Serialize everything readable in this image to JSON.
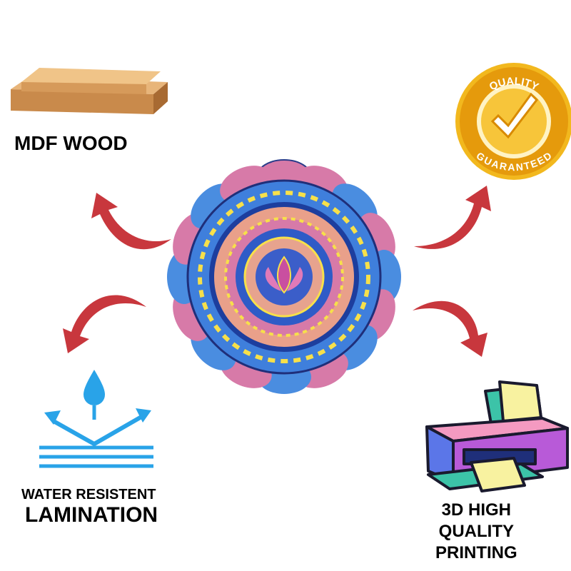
{
  "features": {
    "mdf": {
      "label": "MDF WOOD"
    },
    "quality_badge": {
      "top": "QUALITY",
      "bottom": "GUARANTEED"
    },
    "lamination": {
      "line1": "WATER RESISTENT",
      "line2": "LAMINATION"
    },
    "printing": {
      "line1": "3D HIGH",
      "line2": "QUALITY",
      "line3": "PRINTING"
    }
  },
  "colors": {
    "arrow": "#c8373d",
    "gold": "#f2b81e",
    "water": "#29a3e8",
    "mandala_blue": "#3b6fd1",
    "mandala_pink": "#d97aa8"
  }
}
